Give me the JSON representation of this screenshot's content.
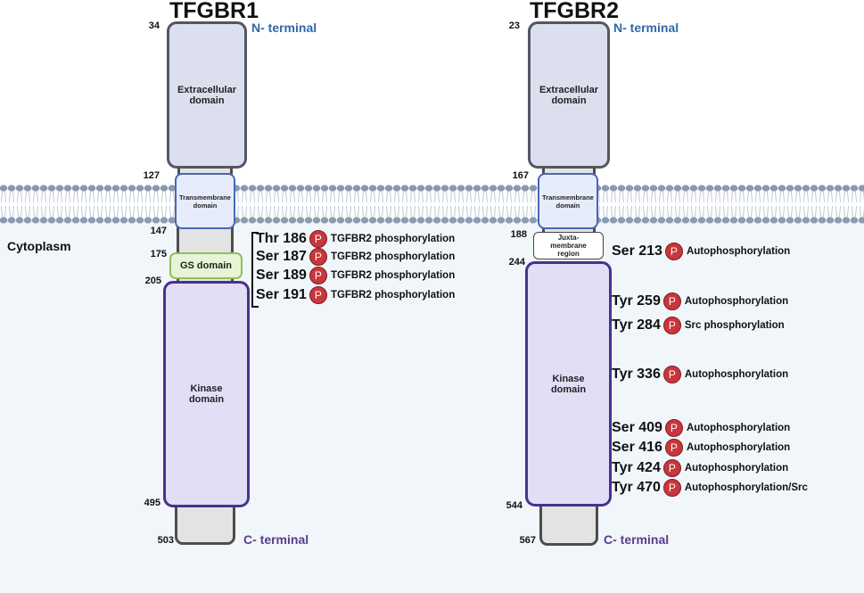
{
  "compartment_label": "Cytoplasm",
  "receptors": [
    {
      "name": "TFGBR1",
      "n_terminal": "N- terminal",
      "c_terminal": "C- terminal",
      "domains": {
        "extracellular": "Extracellular domain",
        "transmembrane": "Transmembrane domain",
        "gs": "GS domain",
        "kinase": "Kinase domain"
      },
      "boundaries": [
        "34",
        "127",
        "147",
        "175",
        "205",
        "495",
        "503"
      ],
      "sites": [
        {
          "site": "Thr 186",
          "symbol": "P",
          "desc": "TGFBR2 phosphorylation"
        },
        {
          "site": "Ser 187",
          "symbol": "P",
          "desc": "TGFBR2 phosphorylation"
        },
        {
          "site": "Ser 189",
          "symbol": "P",
          "desc": "TGFBR2 phosphorylation"
        },
        {
          "site": "Ser 191",
          "symbol": "P",
          "desc": "TGFBR2 phosphorylation"
        }
      ]
    },
    {
      "name": "TFGBR2",
      "n_terminal": "N- terminal",
      "c_terminal": "C- terminal",
      "domains": {
        "extracellular": "Extracellular domain",
        "transmembrane": "Transmembrane domain",
        "juxta": "Juxta-membrane region",
        "kinase": "Kinase domain"
      },
      "boundaries": [
        "23",
        "167",
        "188",
        "244",
        "544",
        "567"
      ],
      "sites": [
        {
          "site": "Ser 213",
          "symbol": "P",
          "desc": "Autophosphorylation"
        },
        {
          "site": "Tyr 259",
          "symbol": "P",
          "desc": "Autophosphorylation"
        },
        {
          "site": "Tyr 284",
          "symbol": "P",
          "desc": "Src phosphorylation"
        },
        {
          "site": "Tyr 336",
          "symbol": "P",
          "desc": "Autophosphorylation"
        },
        {
          "site": "Ser 409",
          "symbol": "P",
          "desc": "Autophosphorylation"
        },
        {
          "site": "Ser 416",
          "symbol": "P",
          "desc": "Autophosphorylation"
        },
        {
          "site": "Tyr 424",
          "symbol": "P",
          "desc": "Autophosphorylation"
        },
        {
          "site": "Tyr 470",
          "symbol": "P",
          "desc": "Autophosphorylation/Src"
        }
      ]
    }
  ],
  "colors": {
    "p_circle": "#c9363b",
    "n_terminal_text": "#2e6aa8",
    "c_terminal_text": "#5a3d8a",
    "kinase_border": "#46328f",
    "gs_border": "#8fbf5d",
    "transmembrane_border": "#4a66b5"
  }
}
